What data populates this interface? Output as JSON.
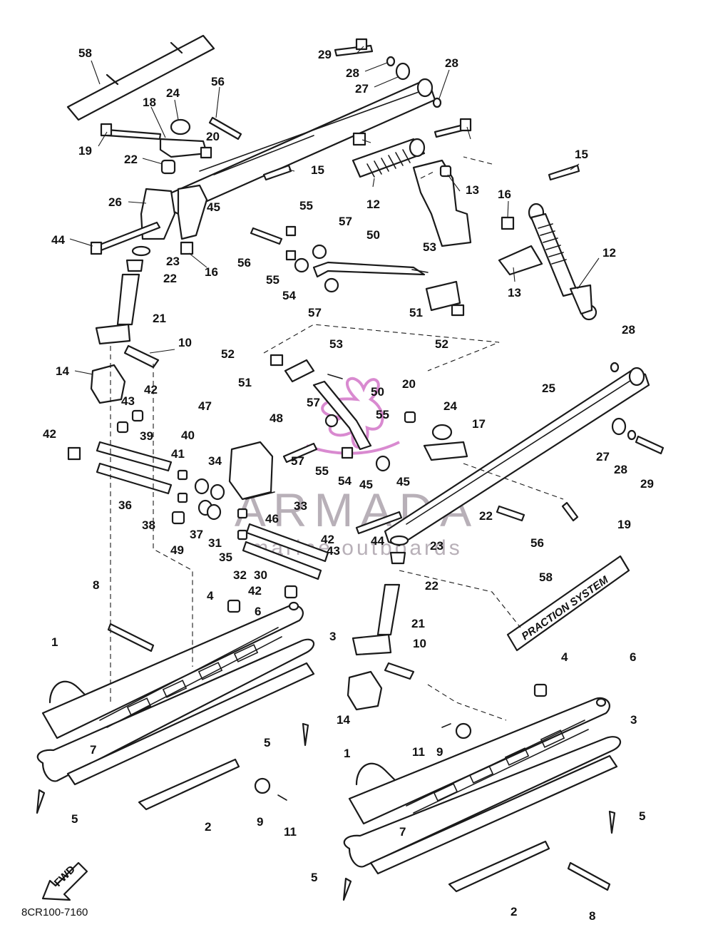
{
  "diagram_code": "8CR100-7160",
  "fwd_label": "FWD",
  "watermark": {
    "brand": "ARMADA",
    "tagline": "marine outboards",
    "logo_color": "#d98ad0"
  },
  "decal_text": "PRACTION SYSTEM",
  "colors": {
    "line": "#1a1a1a",
    "background": "#ffffff"
  },
  "callouts": [
    "58",
    "29",
    "28",
    "27",
    "28",
    "56",
    "24",
    "18",
    "20",
    "19",
    "22",
    "26",
    "44",
    "16",
    "15",
    "12",
    "13",
    "15",
    "16",
    "12",
    "13",
    "55",
    "57",
    "50",
    "53",
    "56",
    "55",
    "54",
    "57",
    "23",
    "22",
    "21",
    "10",
    "14",
    "43",
    "42",
    "42",
    "39",
    "47",
    "40",
    "41",
    "34",
    "36",
    "38",
    "37",
    "31",
    "49",
    "35",
    "32",
    "30",
    "46",
    "33",
    "48",
    "52",
    "53",
    "51",
    "57",
    "50",
    "55",
    "54",
    "57",
    "45",
    "20",
    "24",
    "17",
    "25",
    "28",
    "27",
    "28",
    "29",
    "19",
    "22",
    "56",
    "44",
    "43",
    "42",
    "42",
    "23",
    "22",
    "21",
    "10",
    "58",
    "4",
    "6",
    "3",
    "8",
    "1",
    "2",
    "5",
    "7",
    "9",
    "11",
    "5",
    "4",
    "6",
    "3",
    "14",
    "11",
    "9",
    "1",
    "5",
    "7",
    "5",
    "2",
    "8",
    "52",
    "51",
    "45",
    "55",
    "45"
  ]
}
